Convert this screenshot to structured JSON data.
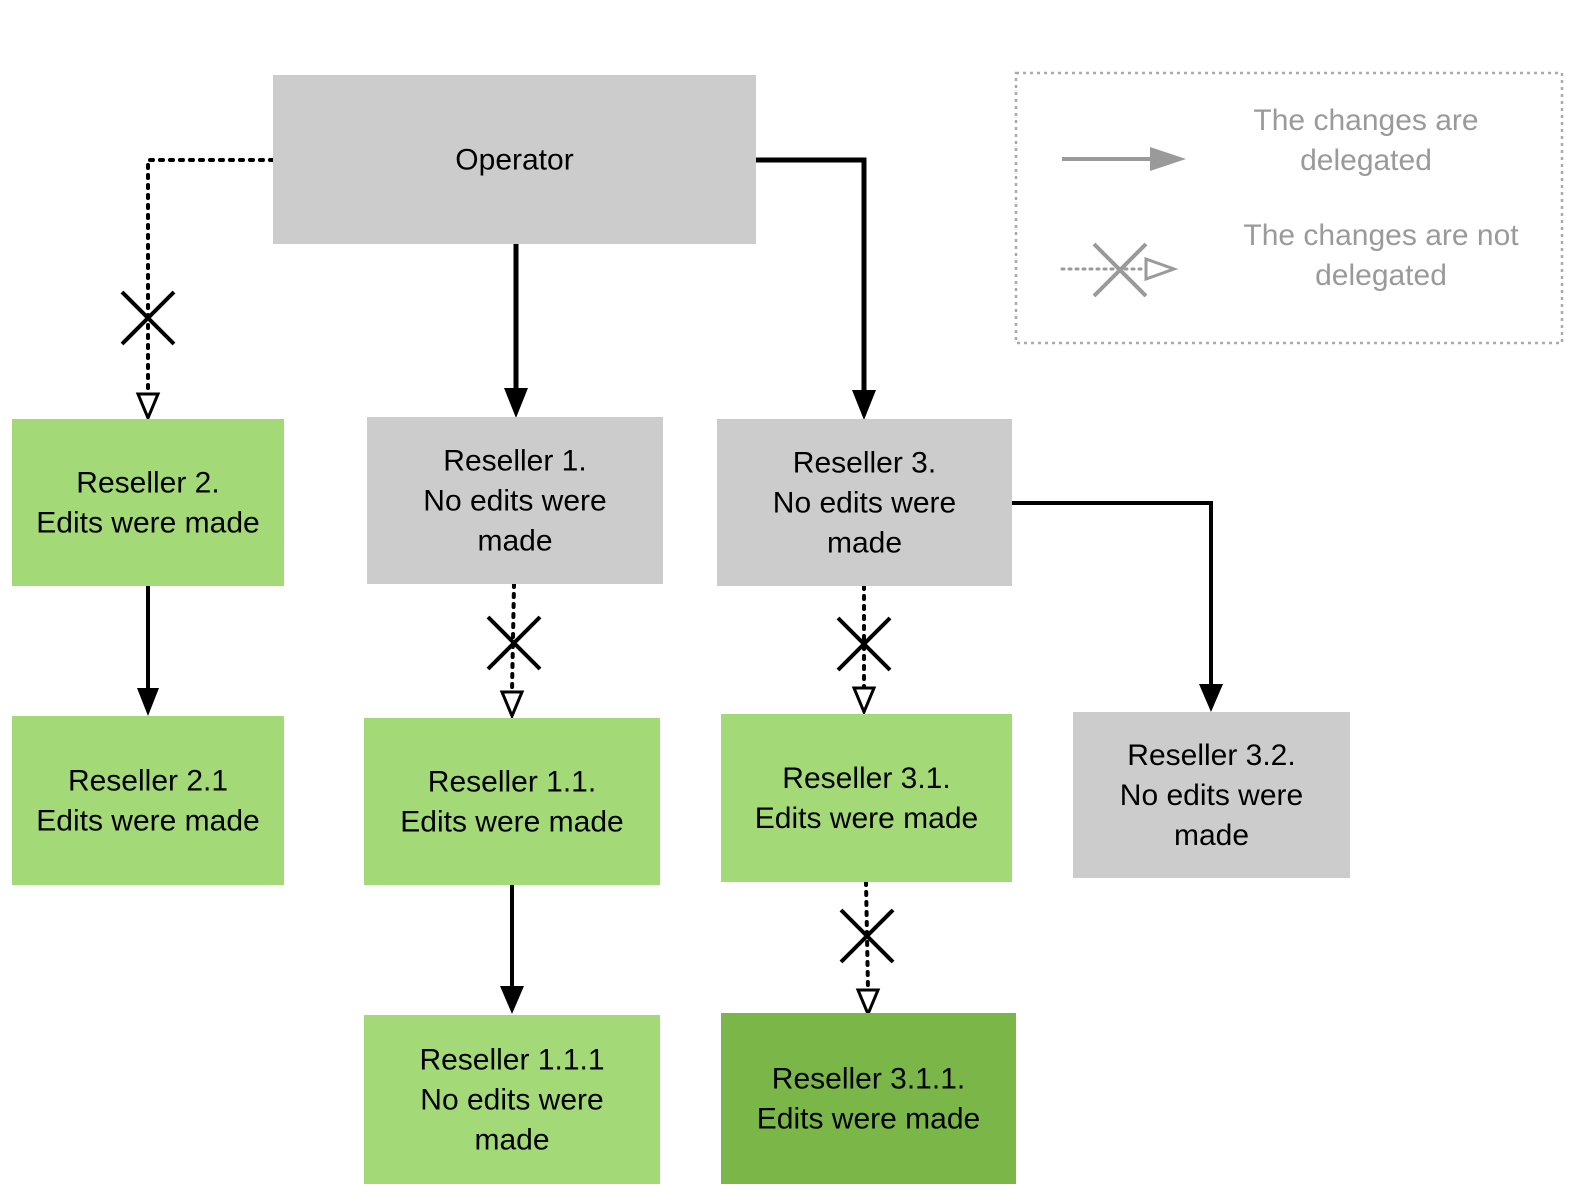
{
  "colors": {
    "gray_node": "#cccccc",
    "light_green_node": "#a3d977",
    "dark_green_node": "#7ab648",
    "legend_gray": "#9a9a9a",
    "connector": "#000000"
  },
  "nodes": {
    "operator": {
      "lines": [
        "Operator"
      ],
      "fill": "gray_node"
    },
    "reseller_2": {
      "lines": [
        "Reseller 2.",
        "Edits were made"
      ],
      "fill": "light_green_node"
    },
    "reseller_1": {
      "lines": [
        "Reseller 1.",
        "No edits were",
        "made"
      ],
      "fill": "gray_node"
    },
    "reseller_3": {
      "lines": [
        "Reseller 3.",
        "No edits were",
        "made"
      ],
      "fill": "gray_node"
    },
    "reseller_2_1": {
      "lines": [
        "Reseller 2.1",
        "Edits were made"
      ],
      "fill": "light_green_node"
    },
    "reseller_1_1": {
      "lines": [
        "Reseller 1.1.",
        "Edits were made"
      ],
      "fill": "light_green_node"
    },
    "reseller_3_1": {
      "lines": [
        "Reseller 3.1.",
        "Edits were made"
      ],
      "fill": "light_green_node"
    },
    "reseller_3_2": {
      "lines": [
        "Reseller 3.2.",
        "No edits were",
        "made"
      ],
      "fill": "gray_node"
    },
    "reseller_1_1_1": {
      "lines": [
        "Reseller 1.1.1",
        "No edits were",
        "made"
      ],
      "fill": "light_green_node"
    },
    "reseller_3_1_1": {
      "lines": [
        "Reseller 3.1.1.",
        "Edits were made"
      ],
      "fill": "dark_green_node"
    }
  },
  "edges": [
    {
      "from": "operator",
      "to": "reseller_2",
      "delegated": false
    },
    {
      "from": "operator",
      "to": "reseller_1",
      "delegated": true
    },
    {
      "from": "operator",
      "to": "reseller_3",
      "delegated": true
    },
    {
      "from": "reseller_2",
      "to": "reseller_2_1",
      "delegated": true
    },
    {
      "from": "reseller_1",
      "to": "reseller_1_1",
      "delegated": false
    },
    {
      "from": "reseller_3",
      "to": "reseller_3_1",
      "delegated": false
    },
    {
      "from": "reseller_3",
      "to": "reseller_3_2",
      "delegated": true
    },
    {
      "from": "reseller_1_1",
      "to": "reseller_1_1_1",
      "delegated": true
    },
    {
      "from": "reseller_3_1",
      "to": "reseller_3_1_1",
      "delegated": false
    }
  ],
  "legend": {
    "delegated_lines": [
      "The changes are",
      "delegated"
    ],
    "not_delegated_lines": [
      "The changes are not",
      "delegated"
    ]
  }
}
